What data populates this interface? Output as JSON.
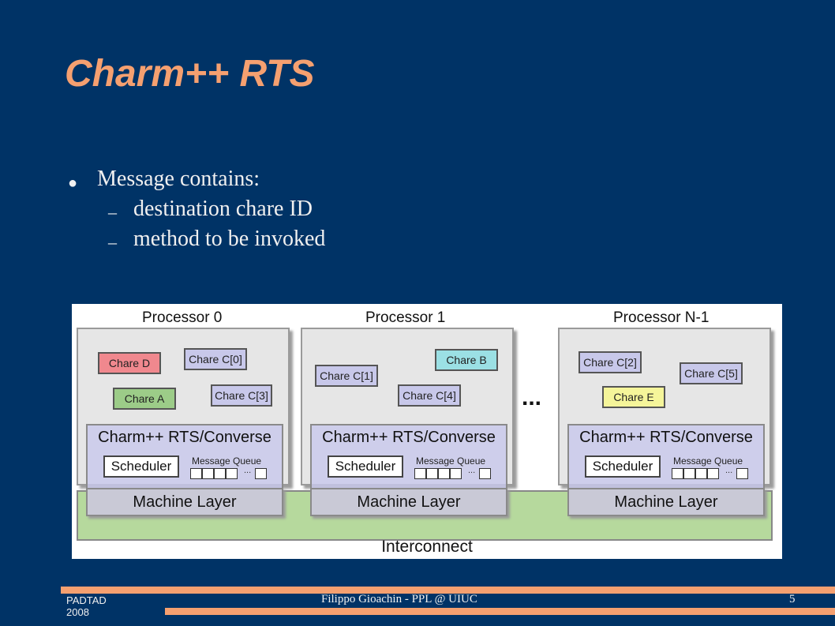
{
  "slide": {
    "title": "Charm++ RTS"
  },
  "bullets": {
    "main": "Message contains:",
    "subs": [
      "destination chare ID",
      "method to be invoked"
    ]
  },
  "diagram": {
    "processors": [
      {
        "title": "Processor 0",
        "chares": [
          "Chare D",
          "Chare C[0]",
          "Chare A",
          "Chare C[3]"
        ]
      },
      {
        "title": "Processor 1",
        "chares": [
          "Chare C[1]",
          "Chare B",
          "Chare C[4]"
        ]
      },
      {
        "title": "Processor N-1",
        "chares": [
          "Chare C[2]",
          "Chare C[5]",
          "Chare E"
        ]
      }
    ],
    "ellipsis": "...",
    "rts_label": "Charm++ RTS/Converse",
    "scheduler_label": "Scheduler",
    "queue_label": "Message Queue",
    "queue_dots": "...",
    "machine_layer_label": "Machine Layer",
    "interconnect_label": "Interconnect",
    "colors": {
      "red": "#f0888e",
      "green": "#9ccc88",
      "purple": "#c8c8ea",
      "cyan": "#9be0e4",
      "yellow": "#f5f59a"
    }
  },
  "footer": {
    "left_line1": "PADTAD",
    "left_line2": "2008",
    "center": "Filippo Gioachin - PPL @ UIUC",
    "page": "5"
  },
  "theme": {
    "background": "#003366",
    "accent": "#f5a070"
  }
}
